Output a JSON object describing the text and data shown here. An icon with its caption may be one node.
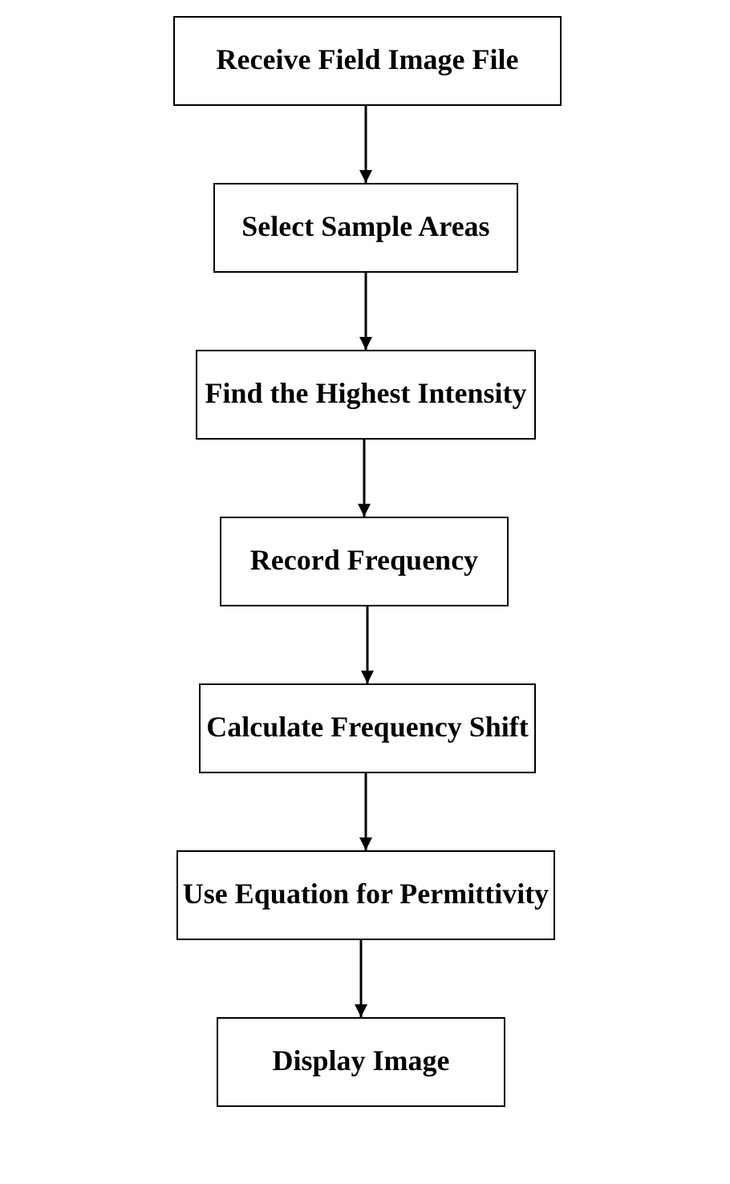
{
  "diagram": {
    "nodes": [
      {
        "text": [
          "Receive Field Image File"
        ]
      },
      {
        "text": [
          "Select Sample Areas"
        ]
      },
      {
        "text": [
          "Find the Highest Intensity"
        ]
      },
      {
        "text": [
          "Record Frequency"
        ]
      },
      {
        "text": [
          "Calculate Frequency Shift"
        ]
      },
      {
        "text": [
          "Use Equation for Permittivity"
        ]
      },
      {
        "text": [
          "Display Image"
        ]
      }
    ],
    "edges": [
      {
        "from": 0,
        "to": 1,
        "arrow": "to"
      },
      {
        "from": 1,
        "to": 2,
        "arrow": "to"
      },
      {
        "from": 2,
        "to": 3,
        "arrow": "to"
      },
      {
        "from": 3,
        "to": 4,
        "arrow": "to"
      },
      {
        "from": 4,
        "to": 5,
        "arrow": "to"
      },
      {
        "from": 5,
        "to": 6,
        "arrow": "to"
      }
    ]
  }
}
